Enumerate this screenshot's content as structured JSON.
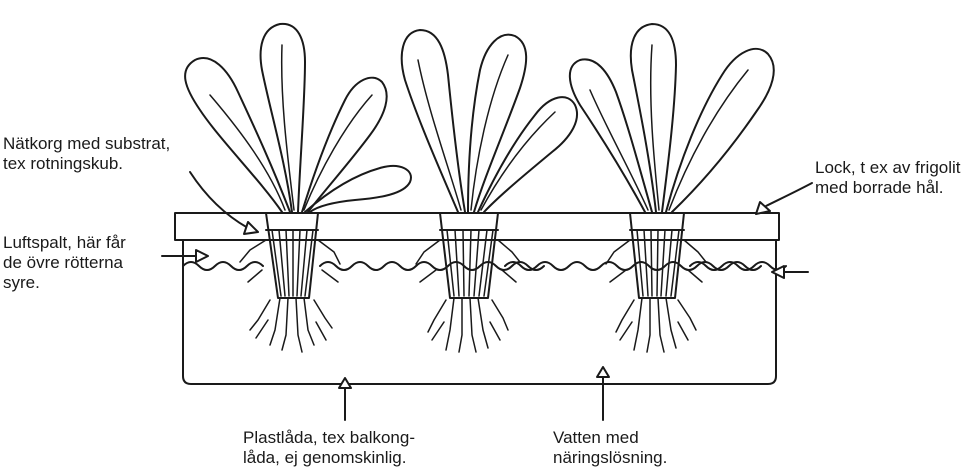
{
  "labels": {
    "net_basket": {
      "line1": "Nätkorg med substrat,",
      "line2": "tex rotningskub."
    },
    "air_gap": {
      "line1": "Luftspalt, här får",
      "line2": "de övre rötterna",
      "line3": "syre."
    },
    "lid": {
      "line1": "Lock, t ex av frigolit",
      "line2": "med borrade hål."
    },
    "plastic_box": {
      "line1": "Plastlåda, tex balkong-",
      "line2": "låda, ej genomskinlig."
    },
    "water": {
      "line1": "Vatten med",
      "line2": "näringslösning."
    }
  },
  "colors": {
    "ink": "#1a1a1a",
    "background": "#ffffff"
  }
}
